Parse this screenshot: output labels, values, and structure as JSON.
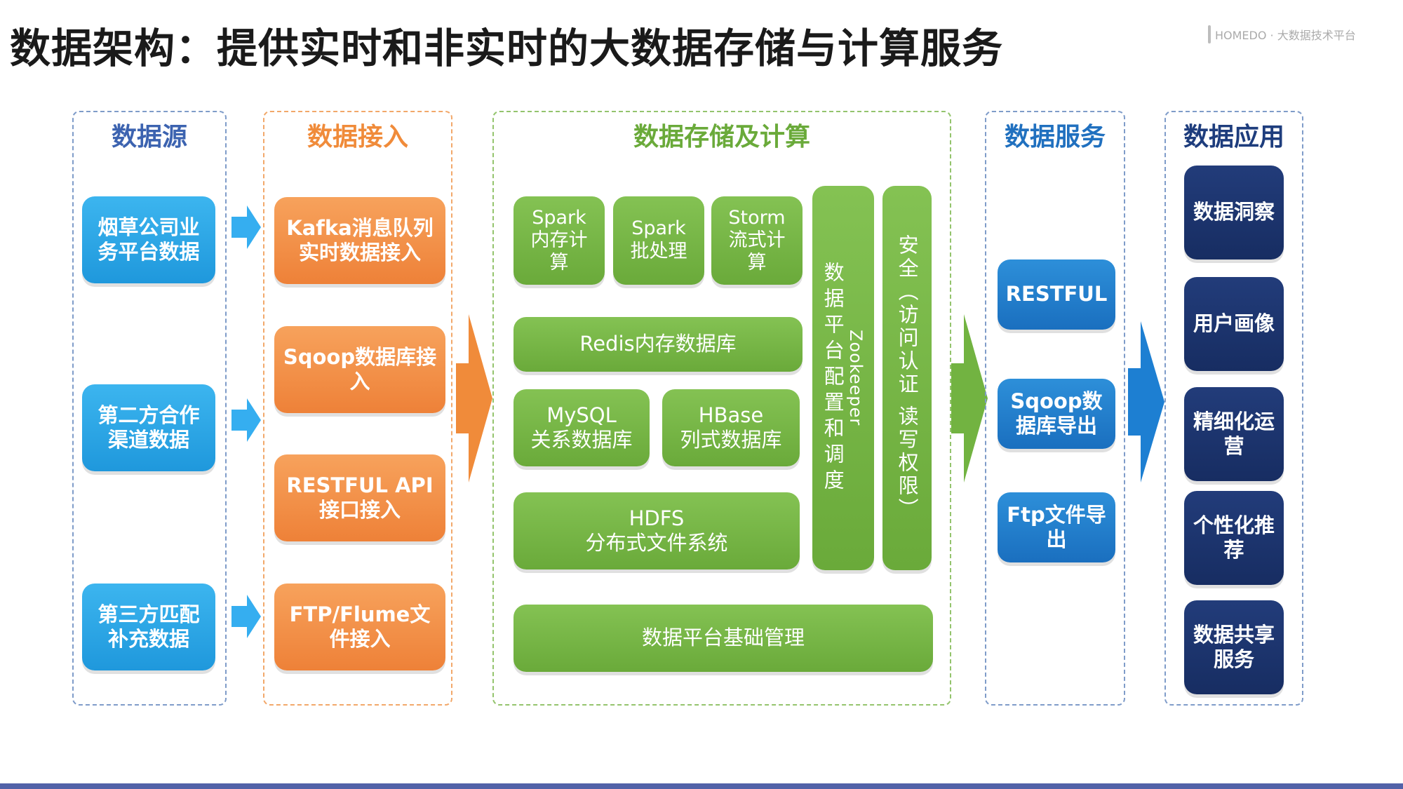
{
  "title": "数据架构：提供实时和非实时的大数据存储与计算服务",
  "logo_text": "HOMEDO · 大数据技术平台",
  "colors": {
    "cyan": "#1f98dc",
    "orange": "#ee8138",
    "green": "#6aaa3a",
    "blue": "#1a6fbf",
    "navy": "#172d62"
  },
  "columns": {
    "source": {
      "header": "数据源",
      "items": [
        "烟草公司业务平台数据",
        "第二方合作渠道数据",
        "第三方匹配补充数据"
      ]
    },
    "ingest": {
      "header": "数据接入",
      "items": [
        "Kafka消息队列实时数据接入",
        "Sqoop数据库接入",
        "RESTFUL API接口接入",
        "FTP/Flume文件接入"
      ]
    },
    "storage": {
      "header": "数据存储及计算",
      "spark_mem": "Spark\n内存计\n算",
      "spark_batch": "Spark\n批处理",
      "storm": "Storm\n流式计\n算",
      "redis": "Redis内存数据库",
      "mysql": "MySQL\n关系数据库",
      "hbase": "HBase\n列式数据库",
      "hdfs": "HDFS\n分布式文件系统",
      "scheduler": "数据平台配置和调度",
      "zookeeper": "Zookeeper",
      "security": "安全（访问认证 读写权限）",
      "platform": "数据平台基础管理"
    },
    "service": {
      "header": "数据服务",
      "items": [
        "RESTFUL",
        "Sqoop数据库导出",
        "Ftp文件导出"
      ]
    },
    "app": {
      "header": "数据应用",
      "items": [
        "数据洞察",
        "用户画像",
        "精细化运营",
        "个性化推荐",
        "数据共享服务"
      ]
    }
  }
}
